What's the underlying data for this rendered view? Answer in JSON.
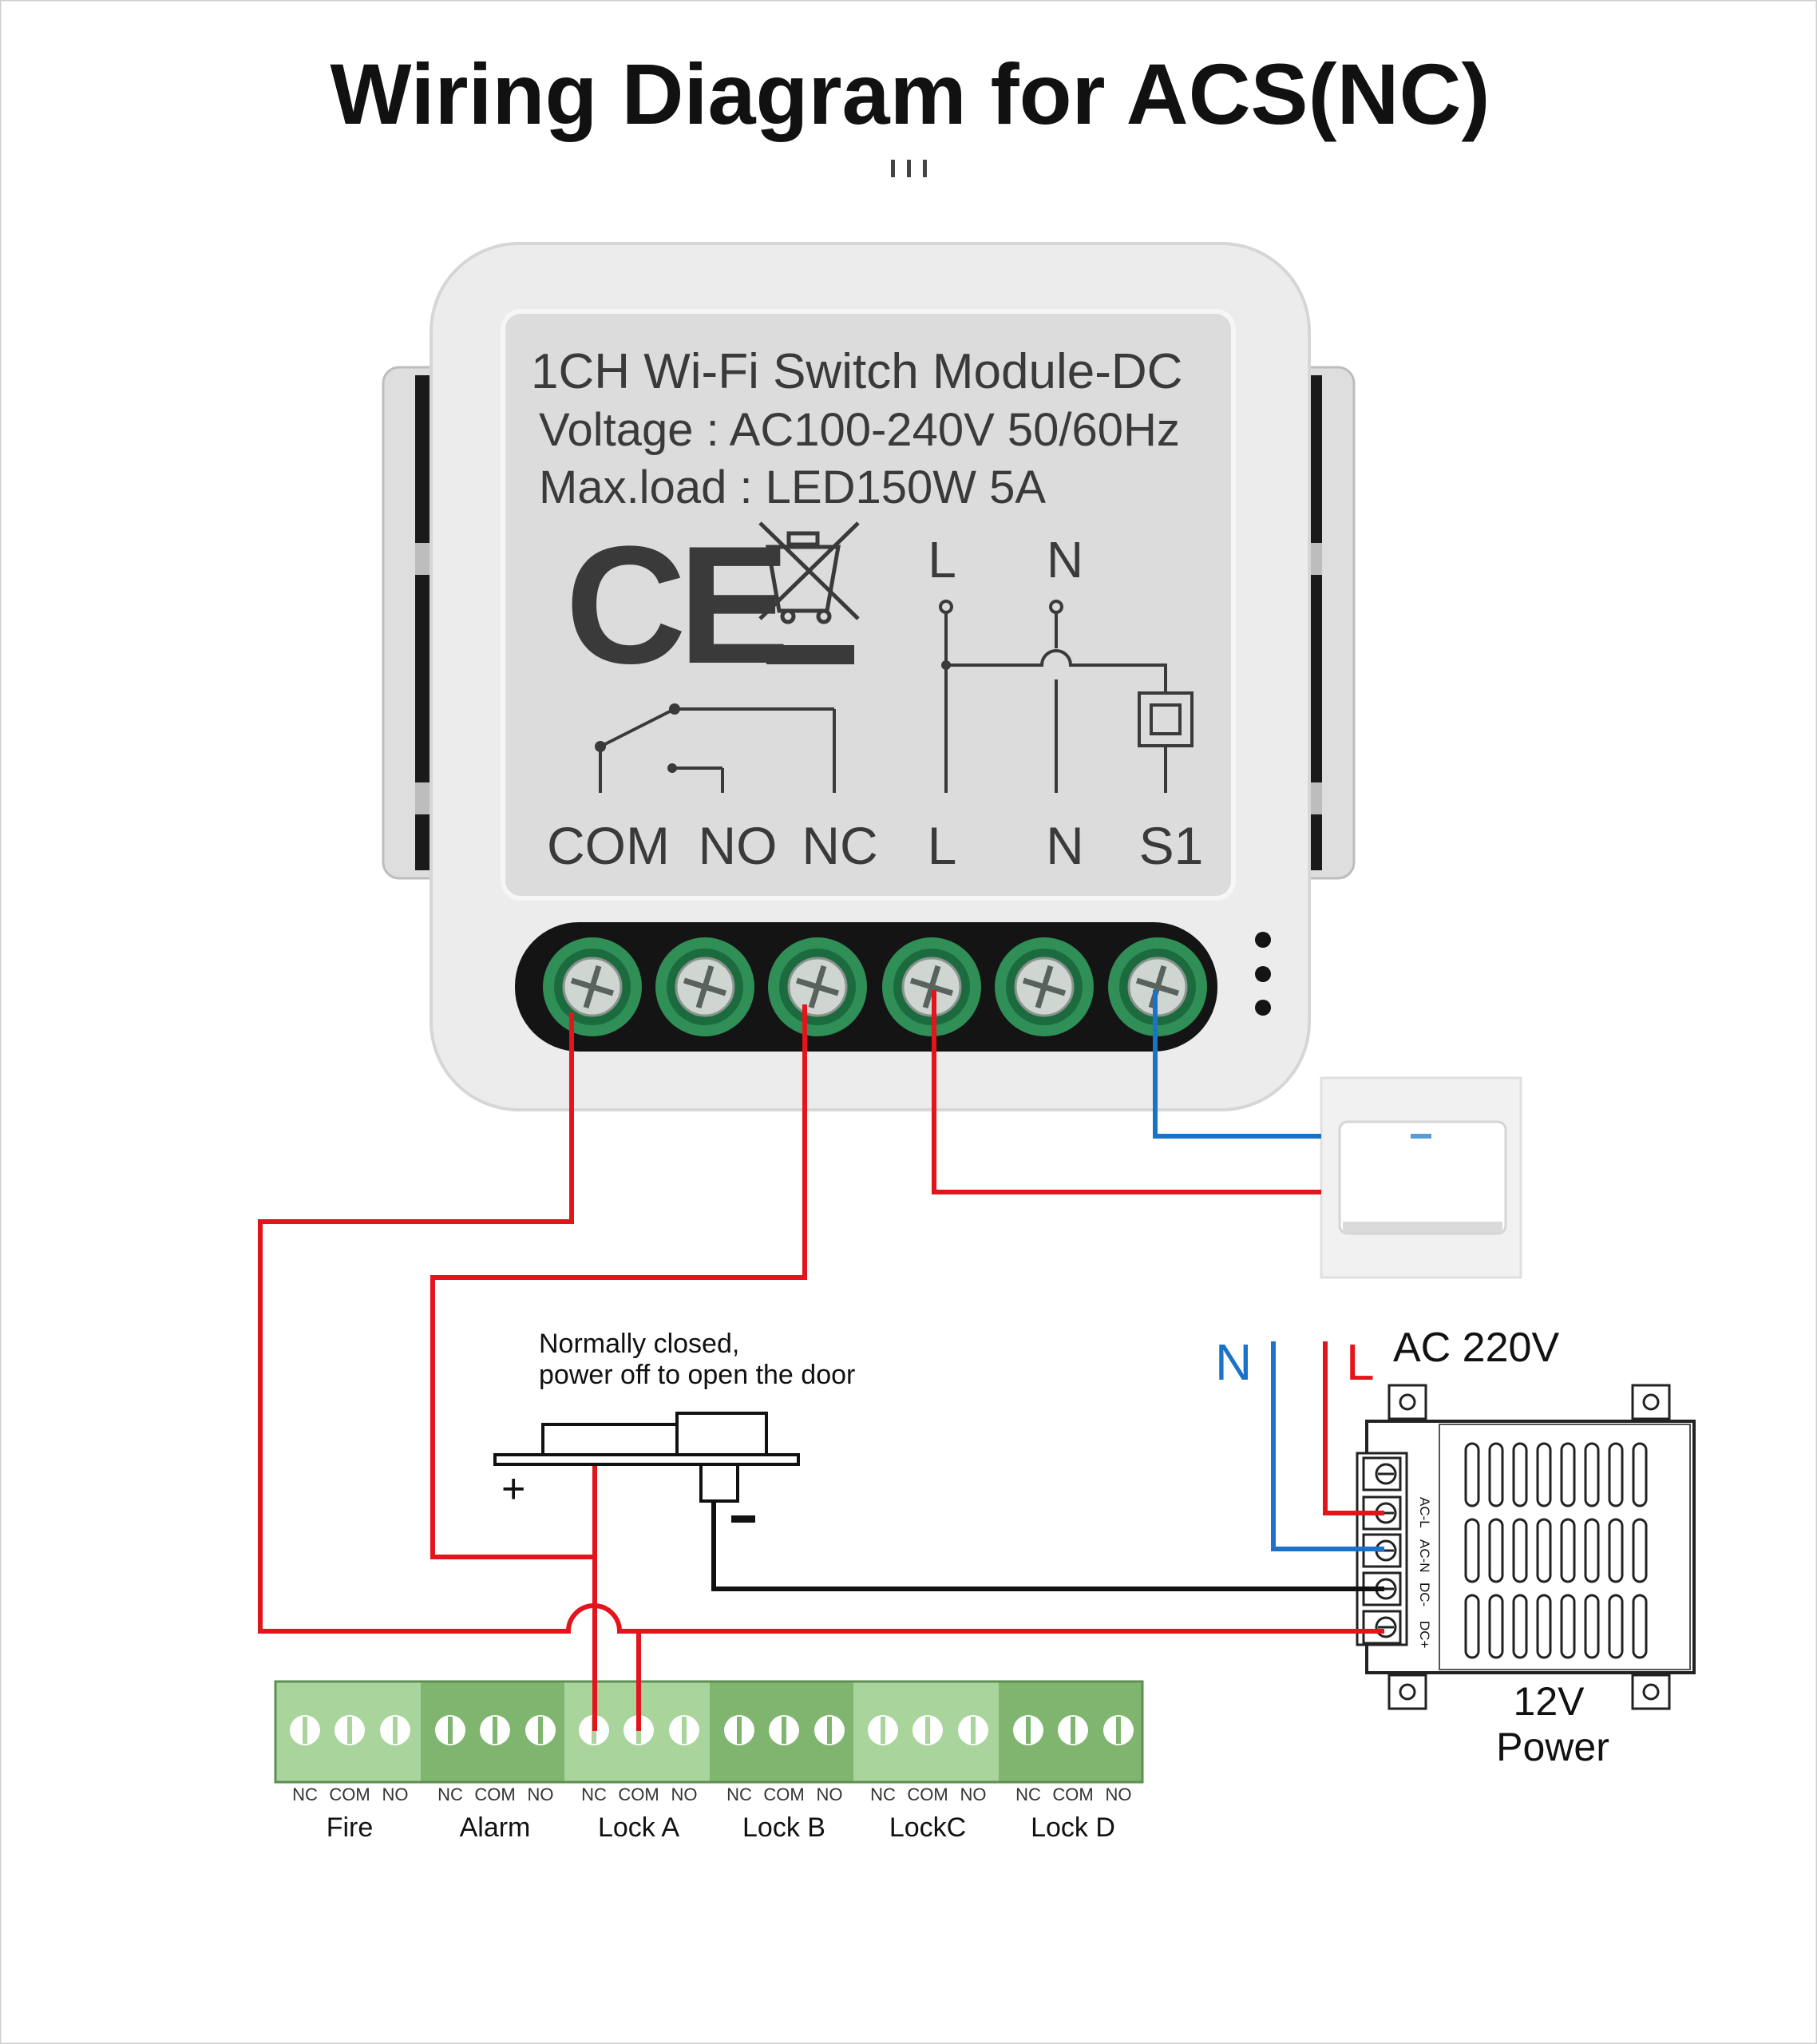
{
  "title": "Wiring Diagram for ACS(NC)",
  "module": {
    "name_line": "1CH Wi-Fi Switch Module-DC",
    "voltage_line": "Voltage : AC100-240V 50/60Hz",
    "maxload_line": "Max.load : LED150W 5A",
    "ce_mark": "CE",
    "schematic_top_labels": [
      "L",
      "N"
    ],
    "terminal_labels": [
      "COM",
      "NO",
      "NC",
      "L",
      "N",
      "S1"
    ]
  },
  "lock": {
    "note_line1": "Normally closed,",
    "note_line2": "power off to open the door",
    "plus": "+",
    "minus": "-"
  },
  "power_supply": {
    "ac_label": "AC 220V",
    "n_label": "N",
    "l_label": "L",
    "pin_labels": [
      "AC-L",
      "AC-N",
      "DC-",
      "DC+"
    ],
    "name_line1": "12V",
    "name_line2": "Power"
  },
  "access_controller": {
    "terminal_sub_labels": [
      "NC",
      "COM",
      "NO"
    ],
    "groups": [
      "Fire",
      "Alarm",
      "Lock A",
      "Lock B",
      "LockC",
      "Lock D"
    ]
  },
  "colors": {
    "live_wire": "#e3141b",
    "neutral_wire": "#1a73c9",
    "ground_wire": "#111111",
    "terminal_green_light": "#a9d49b",
    "terminal_green_dark": "#7fb56f",
    "module_body": "#ececec"
  }
}
